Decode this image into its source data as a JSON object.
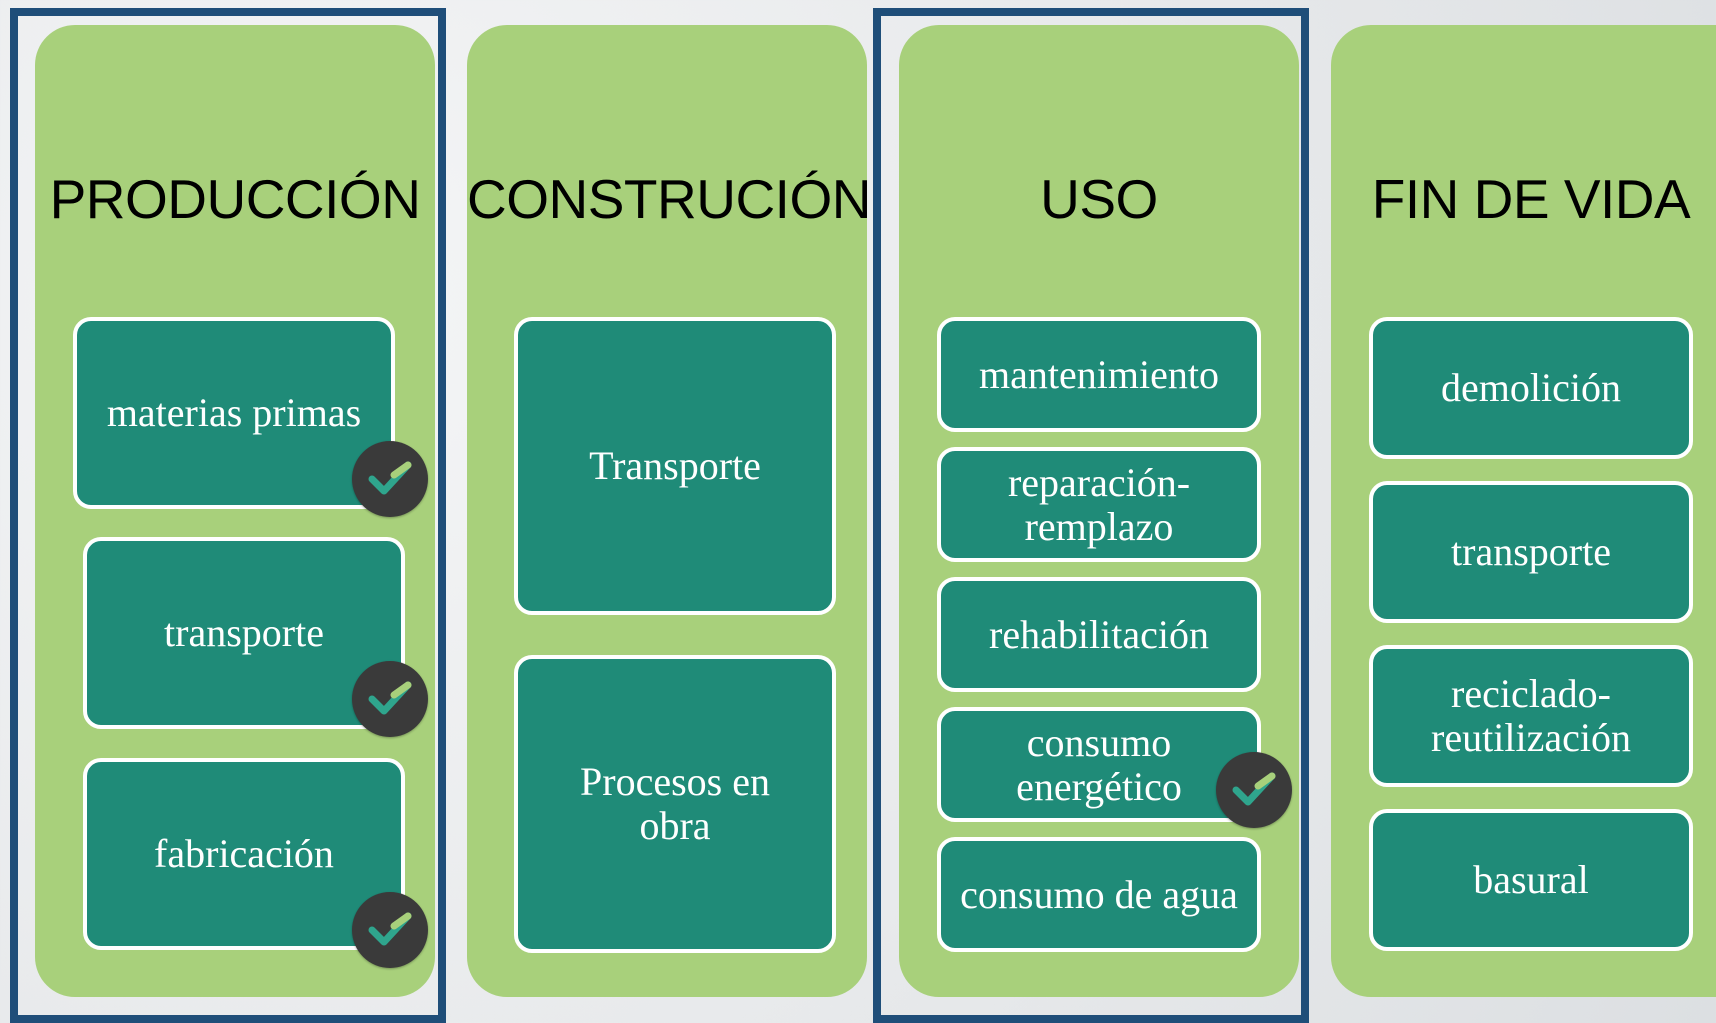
{
  "columns": [
    {
      "title": "PRODUCCIÓN",
      "items": [
        {
          "label": "materias primas",
          "checked": true
        },
        {
          "label": "transporte",
          "checked": true
        },
        {
          "label": "fabricación",
          "checked": true
        }
      ]
    },
    {
      "title": "CONSTRUCIÓN",
      "items": [
        {
          "label": "Transporte",
          "checked": false
        },
        {
          "label": "Procesos en obra",
          "checked": false
        }
      ]
    },
    {
      "title": "USO",
      "items": [
        {
          "label": "mantenimiento",
          "checked": false
        },
        {
          "label": "reparación- remplazo",
          "checked": false
        },
        {
          "label": "rehabilitación",
          "checked": false
        },
        {
          "label": "consumo energético",
          "checked": true
        },
        {
          "label": "consumo de agua",
          "checked": false
        }
      ]
    },
    {
      "title": "FIN DE VIDA",
      "items": [
        {
          "label": "demolición",
          "checked": false
        },
        {
          "label": "transporte",
          "checked": false
        },
        {
          "label": "reciclado- reutilización",
          "checked": false
        },
        {
          "label": "basural",
          "checked": false
        }
      ]
    }
  ],
  "colors": {
    "column_bg": "#a8d07b",
    "item_bg": "#1f8b78",
    "frame": "#1f4e79",
    "check_bg": "#3a3a3a",
    "check_mark": "#2fa58d"
  },
  "icons": {
    "check": "checkmark-icon"
  }
}
